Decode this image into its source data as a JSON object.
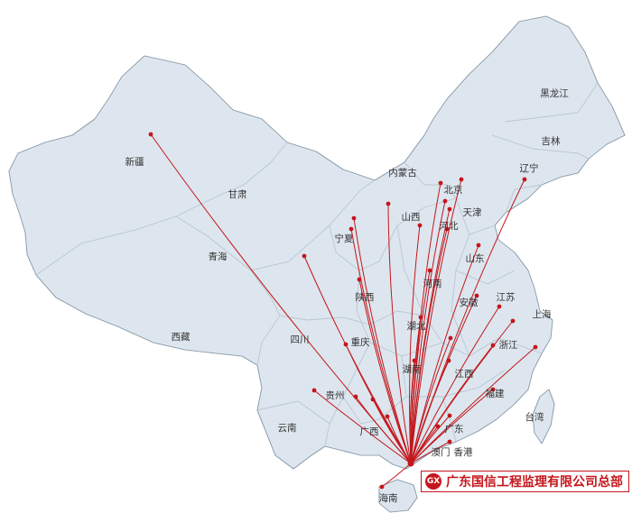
{
  "map": {
    "colors": {
      "land": "#dde6ee",
      "border": "#8ea0b0",
      "route": "#c4161c"
    },
    "headquarters": {
      "name": "广东国信工程监理有限公司总部",
      "seal_icon": "company-seal-icon"
    },
    "regions": [
      {
        "id": "xinjiang",
        "name": "新疆"
      },
      {
        "id": "xizang",
        "name": "西藏"
      },
      {
        "id": "qinghai",
        "name": "青海"
      },
      {
        "id": "gansu",
        "name": "甘肃"
      },
      {
        "id": "neimenggu",
        "name": "内蒙古"
      },
      {
        "id": "heilongjiang",
        "name": "黑龙江"
      },
      {
        "id": "jilin",
        "name": "吉林"
      },
      {
        "id": "liaoning",
        "name": "辽宁"
      },
      {
        "id": "beijing",
        "name": "北京"
      },
      {
        "id": "tianjin",
        "name": "天津"
      },
      {
        "id": "hebei",
        "name": "河北"
      },
      {
        "id": "shanxi",
        "name": "山西"
      },
      {
        "id": "ningxia",
        "name": "宁夏"
      },
      {
        "id": "shaanxi",
        "name": "陕西"
      },
      {
        "id": "shandong",
        "name": "山东"
      },
      {
        "id": "henan",
        "name": "河南"
      },
      {
        "id": "jiangsu",
        "name": "江苏"
      },
      {
        "id": "anhui",
        "name": "安徽"
      },
      {
        "id": "shanghai",
        "name": "上海"
      },
      {
        "id": "hubei",
        "name": "湖北"
      },
      {
        "id": "sichuan",
        "name": "四川"
      },
      {
        "id": "chongqing",
        "name": "重庆"
      },
      {
        "id": "zhejiang",
        "name": "浙江"
      },
      {
        "id": "hunan",
        "name": "湖南"
      },
      {
        "id": "jiangxi",
        "name": "江西"
      },
      {
        "id": "guizhou",
        "name": "贵州"
      },
      {
        "id": "fujian",
        "name": "福建"
      },
      {
        "id": "taiwan",
        "name": "台湾"
      },
      {
        "id": "yunnan",
        "name": "云南"
      },
      {
        "id": "guangxi",
        "name": "广西"
      },
      {
        "id": "guangdong",
        "name": "广东"
      },
      {
        "id": "aomen",
        "name": "澳门"
      },
      {
        "id": "xianggang",
        "name": "香港"
      },
      {
        "id": "hainan",
        "name": "海南"
      }
    ]
  }
}
